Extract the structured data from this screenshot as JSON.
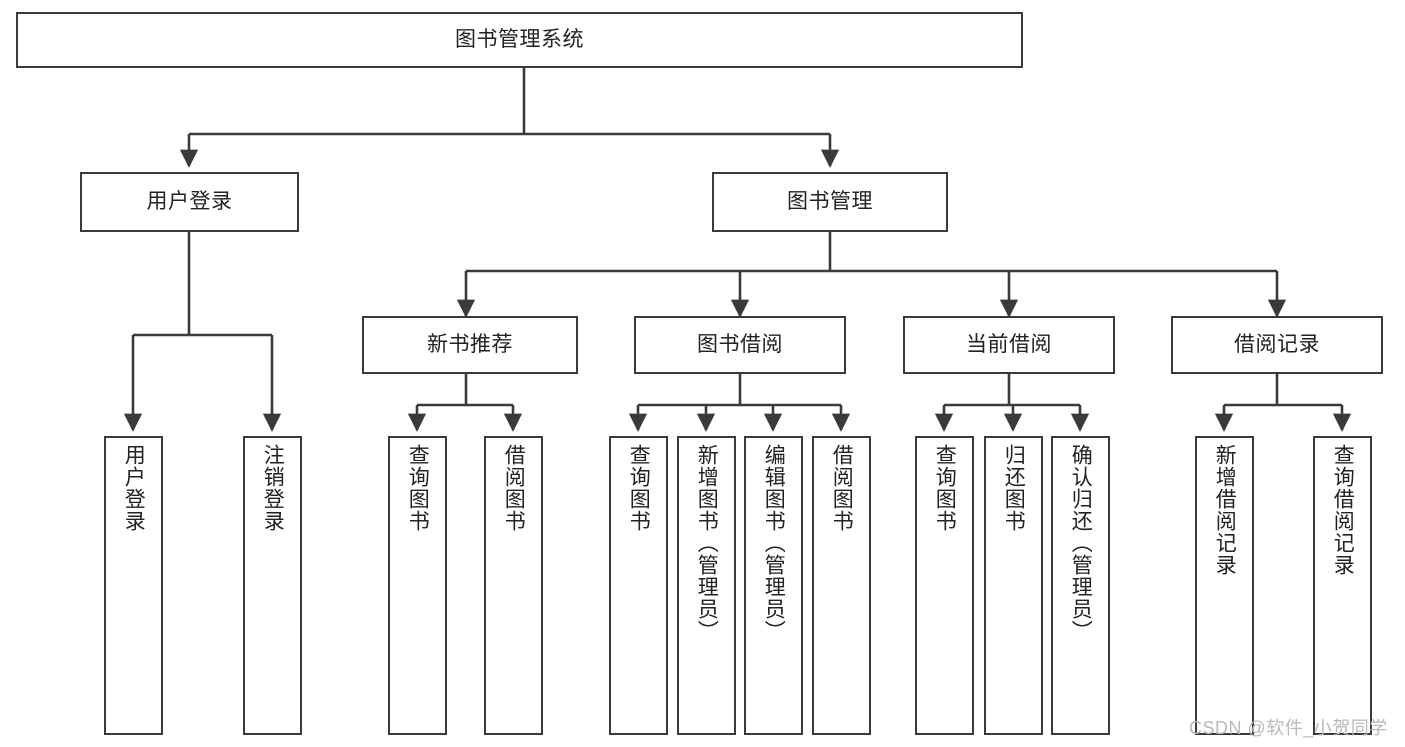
{
  "diagram": {
    "title": "图书管理系统",
    "type": "tree-hierarchy-diagram",
    "colors": {
      "node_border": "#3a3a3a",
      "node_fill": "#ffffff",
      "edge": "#3a3a3a",
      "text": "#222222",
      "background": "#ffffff",
      "watermark": "#b9b9b9"
    },
    "watermark": "CSDN @软件_小贺同学",
    "levels": {
      "root": {
        "label": "图书管理系统"
      },
      "level2": [
        {
          "id": "user-login",
          "label": "用户登录"
        },
        {
          "id": "book-management",
          "label": "图书管理"
        }
      ],
      "level3": [
        {
          "id": "new-book-recommend",
          "label": "新书推荐",
          "parent": "book-management"
        },
        {
          "id": "book-borrow",
          "label": "图书借阅",
          "parent": "book-management"
        },
        {
          "id": "current-borrow",
          "label": "当前借阅",
          "parent": "book-management"
        },
        {
          "id": "borrow-record",
          "label": "借阅记录",
          "parent": "book-management"
        }
      ],
      "leaves": [
        {
          "id": "leaf-user-login",
          "label": "用户登录",
          "parent": "user-login"
        },
        {
          "id": "leaf-logout-login",
          "label": "注销登录",
          "parent": "user-login"
        },
        {
          "id": "leaf-query-book-1",
          "label": "查询图书",
          "parent": "new-book-recommend"
        },
        {
          "id": "leaf-borrow-book-1",
          "label": "借阅图书",
          "parent": "new-book-recommend"
        },
        {
          "id": "leaf-query-book-2",
          "label": "查询图书",
          "parent": "book-borrow"
        },
        {
          "id": "leaf-add-book",
          "label": "新增图书（管理员）",
          "parent": "book-borrow"
        },
        {
          "id": "leaf-edit-book",
          "label": "编辑图书（管理员）",
          "parent": "book-borrow"
        },
        {
          "id": "leaf-borrow-book-2",
          "label": "借阅图书",
          "parent": "book-borrow"
        },
        {
          "id": "leaf-query-book-3",
          "label": "查询图书",
          "parent": "current-borrow"
        },
        {
          "id": "leaf-return-book",
          "label": "归还图书",
          "parent": "current-borrow"
        },
        {
          "id": "leaf-confirm-return",
          "label": "确认归还（管理员）",
          "parent": "current-borrow"
        },
        {
          "id": "leaf-add-borrow-record",
          "label": "新增借阅记录",
          "parent": "borrow-record"
        },
        {
          "id": "leaf-query-borrow-record",
          "label": "查询借阅记录",
          "parent": "borrow-record"
        }
      ]
    }
  }
}
